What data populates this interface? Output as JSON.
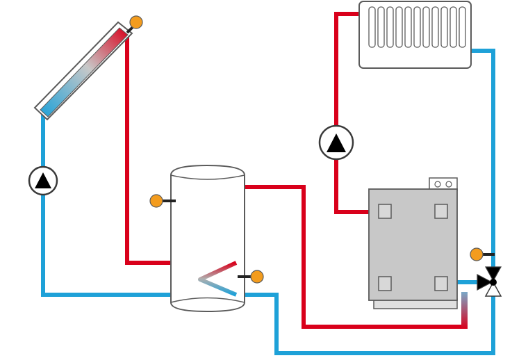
{
  "diagram": {
    "kind": "solar-thermal heating schematic",
    "colors": {
      "hot_pipe": "#d9001b",
      "cold_pipe": "#1ea1d8",
      "sensor": "#f39c1e",
      "boiler_body": "#c8c8c8",
      "outline": "#5a5a5a",
      "pump_fill": "#ffffff",
      "pump_symbol": "#000000"
    },
    "components": [
      {
        "id": "solar-collector",
        "icon": "solar-panel-icon"
      },
      {
        "id": "radiator",
        "icon": "radiator-icon"
      },
      {
        "id": "storage-tank",
        "icon": "tank-icon"
      },
      {
        "id": "boiler",
        "icon": "boiler-icon"
      },
      {
        "id": "solar-pump",
        "icon": "pump-icon"
      },
      {
        "id": "heating-pump",
        "icon": "pump-icon"
      },
      {
        "id": "three-way-valve",
        "icon": "mixing-valve-icon"
      },
      {
        "id": "temperature-sensors",
        "icon": "sensor-icon",
        "count": 4
      }
    ]
  }
}
